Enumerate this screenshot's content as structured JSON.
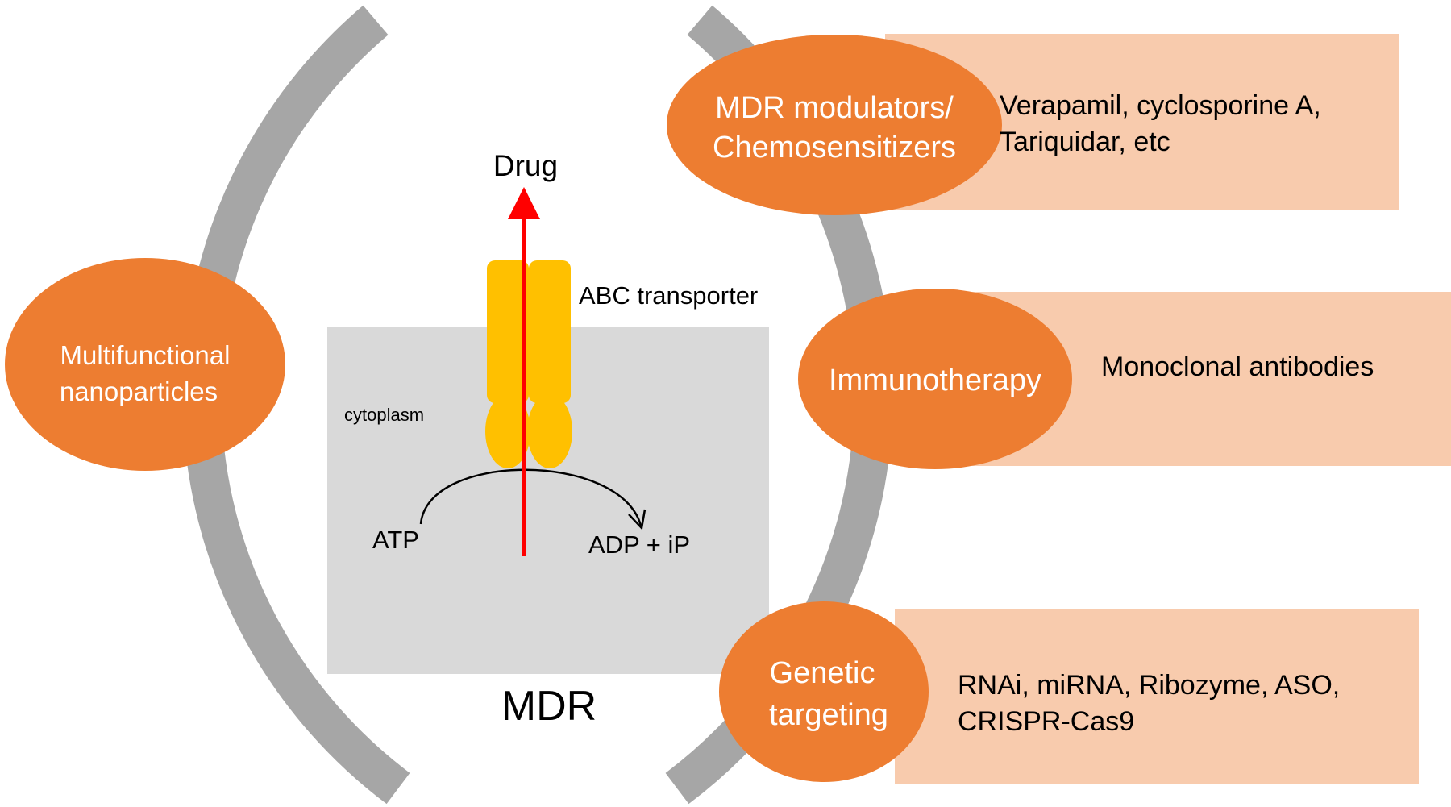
{
  "colors": {
    "arc": "#a6a6a6",
    "ellipse": "#ed7d31",
    "box": "#f8cbad",
    "membrane": "#d9d9d9",
    "transporter": "#ffc000",
    "drug_arrow": "#ff0000",
    "text_dark": "#000000",
    "text_light": "#ffffff"
  },
  "center": {
    "mdr_label": "MDR",
    "drug_label": "Drug",
    "transporter_label": "ABC transporter",
    "cytoplasm_label": "cytoplasm",
    "atp_label": "ATP",
    "adp_label": "ADP + iP"
  },
  "left": {
    "line1": "Multifunctional",
    "line2": "nanoparticles"
  },
  "strategies": [
    {
      "title_line1": "MDR modulators/",
      "title_line2": "Chemosensitizers",
      "detail_line1": "Verapamil, cyclosporine A,",
      "detail_line2": "Tariquidar, etc"
    },
    {
      "title_line1": "Immunotherapy",
      "detail_line1": "Monoclonal antibodies"
    },
    {
      "title_line1": "Genetic",
      "title_line2": "targeting",
      "detail_line1": "RNAi, miRNA, Ribozyme, ASO,",
      "detail_line2": "CRISPR-Cas9"
    }
  ]
}
